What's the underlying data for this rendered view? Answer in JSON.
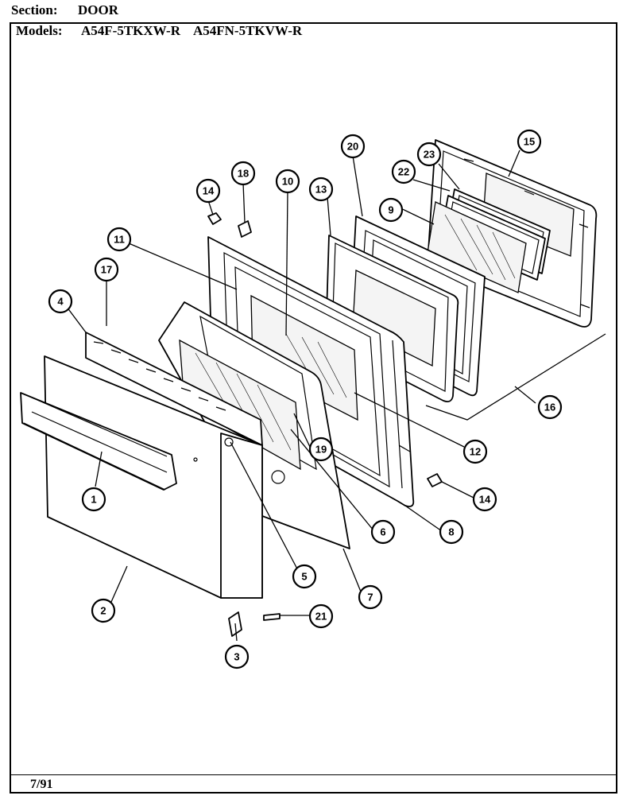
{
  "header": {
    "section_label": "Section:",
    "section_value": "DOOR",
    "models_label": "Models:",
    "model_1": "A54F-5TKXW-R",
    "model_2": "A54FN-5TKVW-R"
  },
  "footer": {
    "date_code": "7/91"
  },
  "callouts": [
    {
      "id": "1",
      "label": "1"
    },
    {
      "id": "2",
      "label": "2"
    },
    {
      "id": "3",
      "label": "3"
    },
    {
      "id": "4",
      "label": "4"
    },
    {
      "id": "5",
      "label": "5"
    },
    {
      "id": "6",
      "label": "6"
    },
    {
      "id": "7",
      "label": "7"
    },
    {
      "id": "8",
      "label": "8"
    },
    {
      "id": "9",
      "label": "9"
    },
    {
      "id": "10",
      "label": "10"
    },
    {
      "id": "11",
      "label": "11"
    },
    {
      "id": "12",
      "label": "12"
    },
    {
      "id": "13",
      "label": "13"
    },
    {
      "id": "14a",
      "label": "14"
    },
    {
      "id": "14b",
      "label": "14"
    },
    {
      "id": "15",
      "label": "15"
    },
    {
      "id": "16",
      "label": "16"
    },
    {
      "id": "17",
      "label": "17"
    },
    {
      "id": "18",
      "label": "18"
    },
    {
      "id": "19",
      "label": "19"
    },
    {
      "id": "20",
      "label": "20"
    },
    {
      "id": "21",
      "label": "21"
    },
    {
      "id": "22",
      "label": "22"
    },
    {
      "id": "23",
      "label": "23"
    }
  ]
}
